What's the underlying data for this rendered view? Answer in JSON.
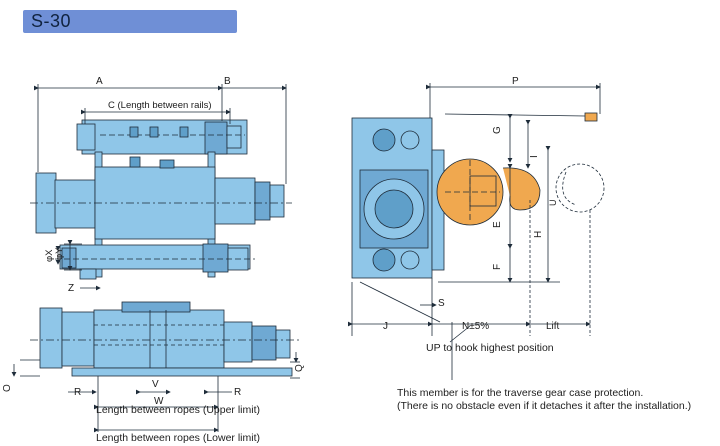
{
  "model": "S-30",
  "dims": {
    "A": "A",
    "B": "B",
    "C_text": "C (Length between rails)",
    "V": "V",
    "W": "W",
    "Y": "φY",
    "X": "φX",
    "Z": "Z",
    "R": "R",
    "O": "O",
    "Q": "Q",
    "P": "P",
    "G": "G",
    "I": "I",
    "E": "E",
    "H": "H",
    "F": "F",
    "U": "U",
    "S": "S",
    "J": "J",
    "N": "N±5%",
    "Lift": "Lift"
  },
  "captions": {
    "upper": "Length between ropes (Upper limit)",
    "lower": "Length between ropes (Lower limit)",
    "hook": "UP to hook highest position",
    "note1": "This member is for the traverse gear case protection.",
    "note2": "(There is no obstacle even if it detaches it after the installation.)"
  },
  "colors": {
    "banner": "#6f8fd6",
    "body": "#8fc6e8",
    "body_dark": "#5f9fc9",
    "sheave": "#f0a84f",
    "line": "#1e2c3a"
  }
}
